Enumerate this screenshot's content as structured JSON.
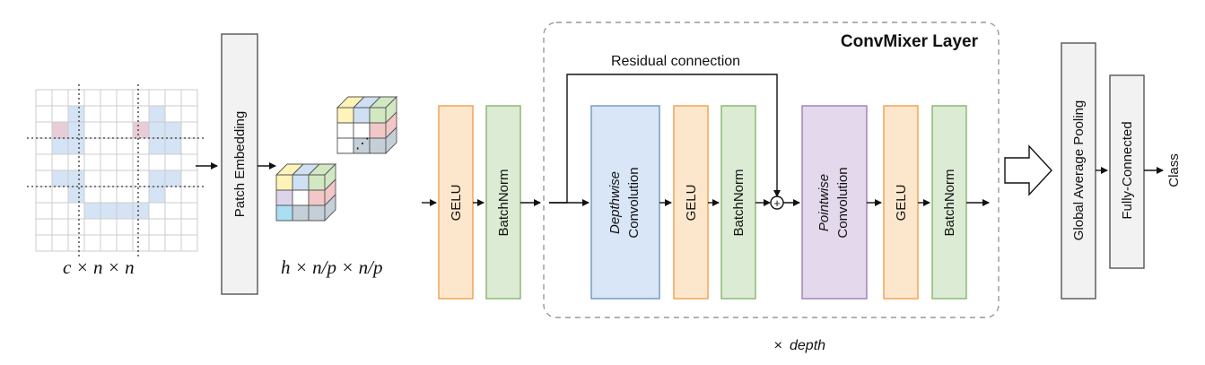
{
  "input": {
    "label": "c × n × n"
  },
  "patch_embedding": {
    "label": "Patch Embedding"
  },
  "embed_output": {
    "label": "h × n/p × n/p"
  },
  "pre_blocks": {
    "gelu": "GELU",
    "batchnorm": "BatchNorm"
  },
  "mixer": {
    "title": "ConvMixer Layer",
    "residual_label": "Residual connection",
    "depthwise_italic": "Depthwise",
    "depthwise_rest": "Convolution",
    "gelu1": "GELU",
    "batchnorm1": "BatchNorm",
    "pointwise_italic": "Pointwise",
    "pointwise_rest": "Convolution",
    "gelu2": "GELU",
    "batchnorm2": "BatchNorm",
    "add_symbol": "+",
    "repeat_prefix": "×",
    "repeat_label": "depth"
  },
  "head": {
    "pooling": "Global Average Pooling",
    "fc": "Fully-Connected",
    "output": "Class"
  },
  "colors": {
    "gelu_fill": "#fde7cc",
    "gelu_stroke": "#f0a050",
    "bn_fill": "#dcebd3",
    "bn_stroke": "#86b56e",
    "depthwise_fill": "#d8e6f7",
    "depthwise_stroke": "#6f95c4",
    "pointwise_fill": "#e4d8ec",
    "pointwise_stroke": "#9b7fb6",
    "gray_fill": "#f2f2f2",
    "gray_stroke": "#555555",
    "cube_yellow": "#fff3b8",
    "cube_blue": "#cfe0f3",
    "cube_green": "#d2e8c2",
    "cube_pink": "#f1c7c7",
    "cube_gray": "#c5cfd8",
    "cube_cyan": "#a9dff0",
    "cube_lavender": "#ddd3ea",
    "grid_line": "#cccccc",
    "grid_blue": "#d4e3f5",
    "grid_pink": "#e8ccd8"
  }
}
